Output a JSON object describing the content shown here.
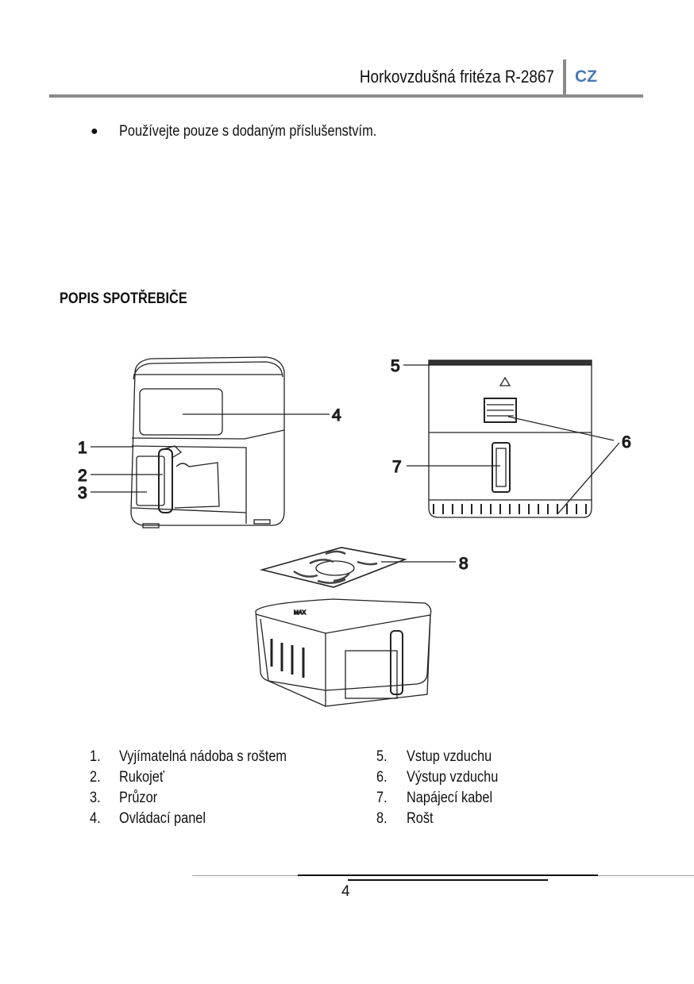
{
  "header": {
    "title": "Horkovzdušná fritéza R-2867",
    "lang": "CZ",
    "lang_color": "#4a78b5"
  },
  "bullets": [
    "Používejte pouze s dodaným příslušenstvím."
  ],
  "section": {
    "heading": "POPIS SPOTŘEBIČE"
  },
  "diagram": {
    "callouts": [
      "1",
      "2",
      "3",
      "4",
      "5",
      "6",
      "7",
      "8"
    ],
    "basket_mark": "MAX"
  },
  "parts": [
    {
      "num": "1.",
      "label": "Vyjímatelná nádoba s roštem"
    },
    {
      "num": "2.",
      "label": "Rukojeť"
    },
    {
      "num": "3.",
      "label": "Průzor"
    },
    {
      "num": "4.",
      "label": "Ovládací panel"
    },
    {
      "num": "5.",
      "label": "Vstup vzduchu"
    },
    {
      "num": "6.",
      "label": "Výstup vzduchu"
    },
    {
      "num": "7.",
      "label": "Napájecí kabel"
    },
    {
      "num": "8.",
      "label": "Rošt"
    }
  ],
  "footer": {
    "page": "4"
  }
}
